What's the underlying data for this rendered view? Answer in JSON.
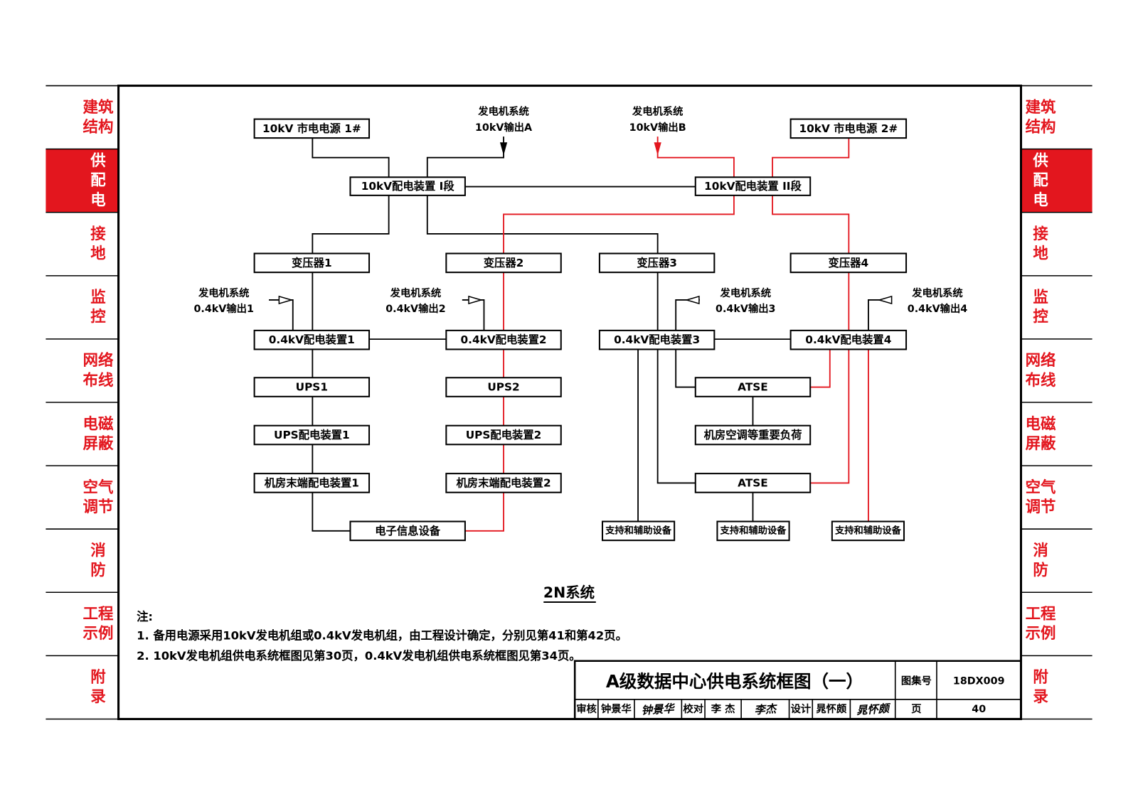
{
  "colors": {
    "accent_red": "#e3161e",
    "line_black": "#000000",
    "active_tab_text": "#ffffff"
  },
  "side_tabs": [
    {
      "lines": [
        "建筑",
        "结构"
      ],
      "active": false
    },
    {
      "lines": [
        "供",
        "配",
        "电"
      ],
      "active": true
    },
    {
      "lines": [
        "接",
        "地"
      ],
      "active": false
    },
    {
      "lines": [
        "监",
        "控"
      ],
      "active": false
    },
    {
      "lines": [
        "网络",
        "布线"
      ],
      "active": false
    },
    {
      "lines": [
        "电磁",
        "屏蔽"
      ],
      "active": false
    },
    {
      "lines": [
        "空气",
        "调节"
      ],
      "active": false
    },
    {
      "lines": [
        "消",
        "防"
      ],
      "active": false
    },
    {
      "lines": [
        "工程",
        "示例"
      ],
      "active": false
    },
    {
      "lines": [
        "附",
        "录"
      ],
      "active": false
    }
  ],
  "diagram": {
    "utility_1": "10kV 市电电源 1#",
    "utility_2": "10kV 市电电源 2#",
    "gen_10kv_a": [
      "发电机系统",
      "10kV输出A"
    ],
    "gen_10kv_b": [
      "发电机系统",
      "10kV输出B"
    ],
    "mv_bus_1": "10kV配电装置 I段",
    "mv_bus_2": "10kV配电装置 II段",
    "transformers": [
      "变压器1",
      "变压器2",
      "变压器3",
      "变压器4"
    ],
    "gen_04kv": [
      [
        "发电机系统",
        "0.4kV输出1"
      ],
      [
        "发电机系统",
        "0.4kV输出2"
      ],
      [
        "发电机系统",
        "0.4kV输出3"
      ],
      [
        "发电机系统",
        "0.4kV输出4"
      ]
    ],
    "lv_switchgear": [
      "0.4kV配电装置1",
      "0.4kV配电装置2",
      "0.4kV配电装置3",
      "0.4kV配电装置4"
    ],
    "ups": [
      "UPS1",
      "UPS2"
    ],
    "ups_dist": [
      "UPS配电装置1",
      "UPS配电装置2"
    ],
    "rack_dist": [
      "机房末端配电装置1",
      "机房末端配电装置2"
    ],
    "it_equipment": "电子信息设备",
    "atse": [
      "ATSE",
      "ATSE"
    ],
    "hvac_load": "机房空调等重要负荷",
    "support": [
      "支持和辅助设备",
      "支持和辅助设备",
      "支持和辅助设备"
    ],
    "system_title": "2N系统"
  },
  "notes": {
    "heading": "注:",
    "items": [
      "1. 备用电源采用10kV发电机组或0.4kV发电机组，由工程设计确定，分别见第41和第42页。",
      "2. 10kV发电机组供电系统框图见第30页，0.4kV发电机组供电系统框图见第34页。"
    ]
  },
  "title_block": {
    "title": "A级数据中心供电系统框图（一）",
    "atlas_label": "图集号",
    "atlas_no": "18DX009",
    "page_label": "页",
    "page_no": "40",
    "review_label": "审核",
    "reviewer": "钟景华",
    "reviewer_signature": "钟景华",
    "check_label": "校对",
    "checker": "李 杰",
    "checker_signature": "李杰",
    "design_label": "设计",
    "designer": "晁怀颇",
    "designer_signature": "晁怀颇"
  }
}
